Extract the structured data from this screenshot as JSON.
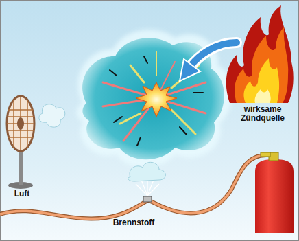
{
  "diagram": {
    "labels": [
      "Luft",
      "Brennstoff",
      "wirksame Zündquelle"
    ]
  }
}
